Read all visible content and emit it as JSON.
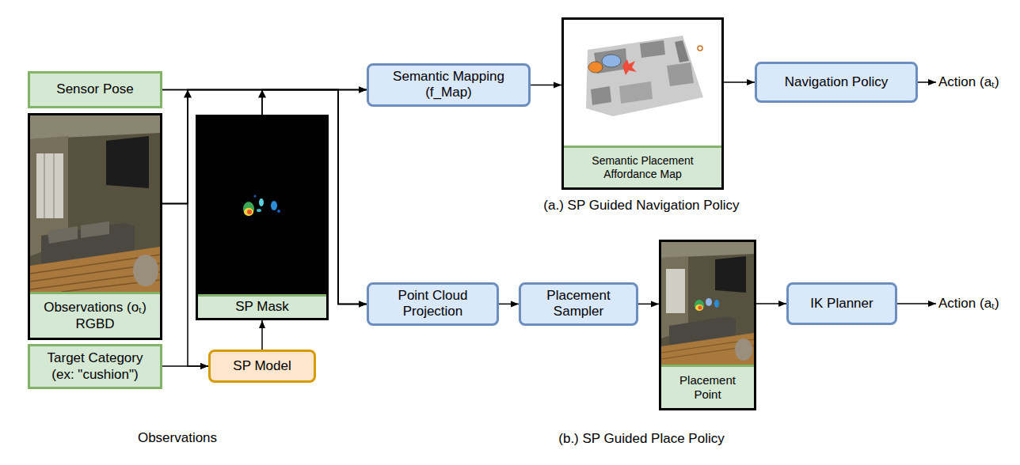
{
  "diagram": {
    "nodes": [
      {
        "text": [
          "Observations"
        ]
      },
      {
        "text": [
          "Sensor Pose"
        ],
        "in": 0
      },
      {
        "text": [
          "Observations (oₜ) RGBD"
        ],
        "in": 0
      },
      {
        "text": [
          "SP Mask"
        ],
        "in": 0
      },
      {
        "text": [
          "Target Category (ex: \"cushion\")"
        ],
        "in": 0
      },
      {
        "text": [
          "SP Model"
        ],
        "in": 0
      },
      {
        "text": [
          "(a.) SP Guided Navigation Policy"
        ]
      },
      {
        "text": [
          "Semantic Mapping (f_Map)"
        ],
        "in": 6
      },
      {
        "text": [
          "Semantic Placement Affordance Map"
        ],
        "in": 6
      },
      {
        "text": [
          "Navigation Policy"
        ],
        "in": 6
      },
      {
        "text": [
          "(b.) SP Guided Place Policy"
        ]
      },
      {
        "text": [
          "Point Cloud Projection"
        ],
        "in": 10
      },
      {
        "text": [
          "Placement Sampler"
        ],
        "in": 10
      },
      {
        "text": [
          "Placement Point"
        ],
        "in": 10
      },
      {
        "text": [
          "IK Planner"
        ],
        "in": 10
      }
    ],
    "edges": [
      {
        "from": 1,
        "to": 7,
        "arrow": "to"
      },
      {
        "from": 2,
        "to": 7,
        "arrow": "to"
      },
      {
        "from": 3,
        "to": 7,
        "arrow": "to"
      },
      {
        "from": 1,
        "to": 11,
        "arrow": "to"
      },
      {
        "from": 2,
        "to": 11,
        "arrow": "to"
      },
      {
        "from": 3,
        "to": 11,
        "arrow": "to"
      },
      {
        "from": 4,
        "to": 5,
        "arrow": "to"
      },
      {
        "from": 2,
        "to": 5,
        "arrow": "to"
      },
      {
        "from": 5,
        "to": 3,
        "arrow": "to"
      },
      {
        "from": 7,
        "to": 8,
        "arrow": "to"
      },
      {
        "from": 8,
        "to": 9,
        "arrow": "to"
      },
      {
        "from": 11,
        "to": 12,
        "arrow": "to"
      },
      {
        "from": 12,
        "to": 13,
        "arrow": "to"
      },
      {
        "from": 13,
        "to": 14,
        "arrow": "to"
      }
    ],
    "labels": [
      "Action (aₜ)",
      "Action (aₜ)"
    ]
  }
}
